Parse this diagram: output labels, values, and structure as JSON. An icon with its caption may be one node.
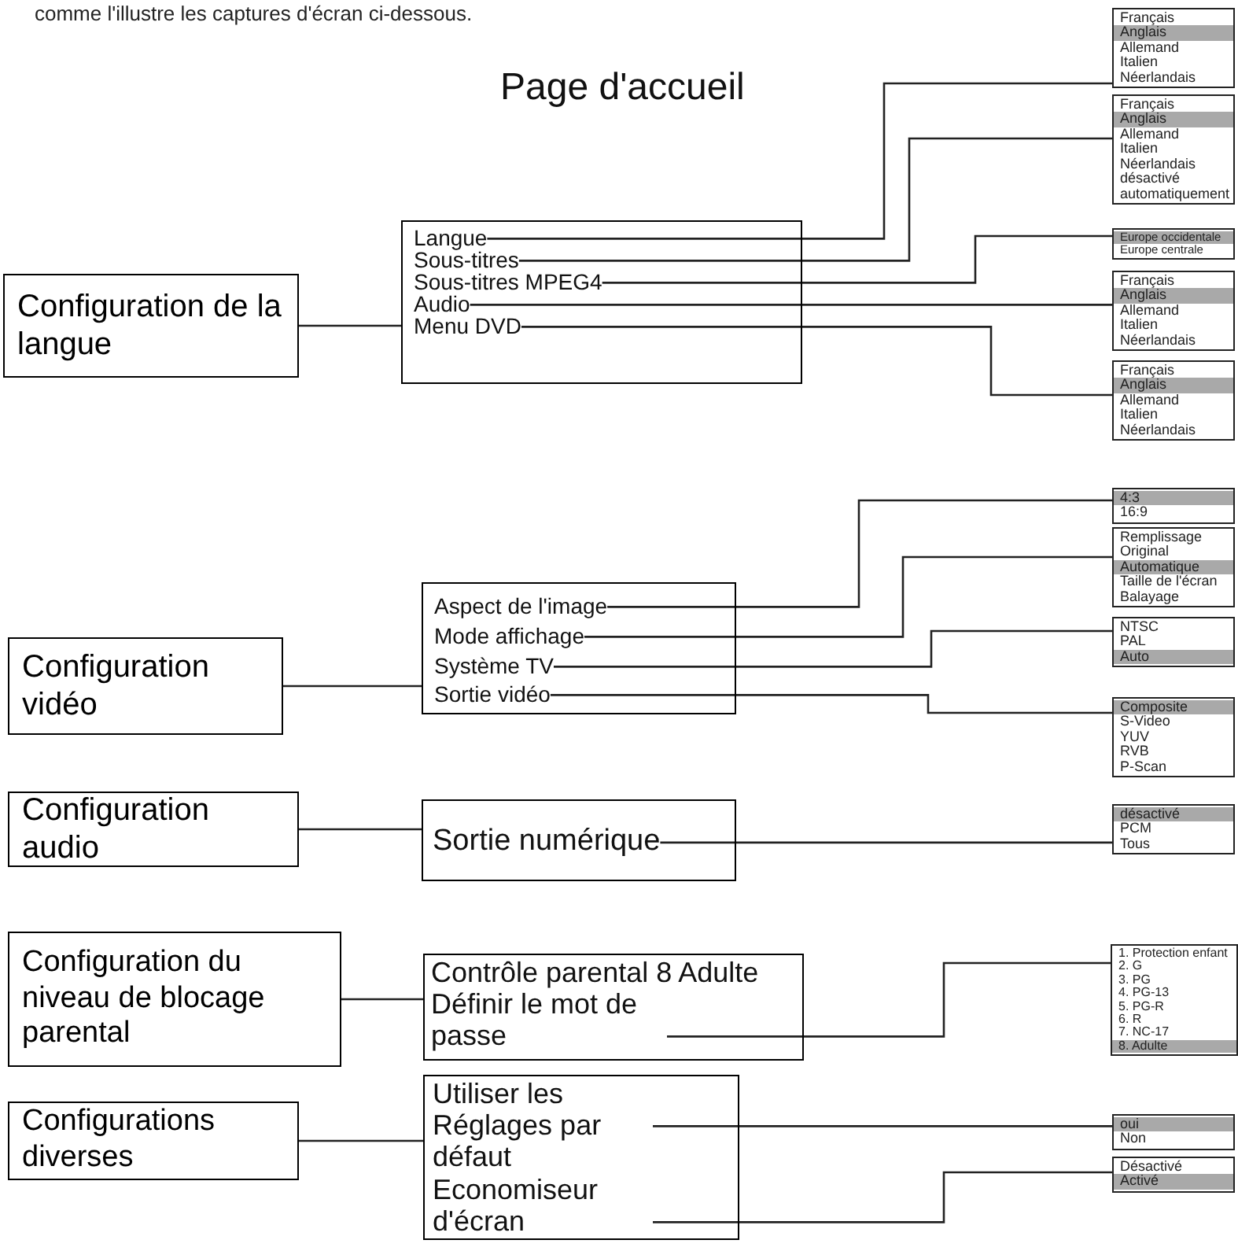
{
  "diagram": {
    "title": "Page d'accueil",
    "nodes": [
      {
        "text": [
          "Configuration de la langue"
        ]
      },
      {
        "text": [],
        "shape": "box"
      },
      {
        "text": [
          "Langue"
        ],
        "in": 1
      },
      {
        "text": [
          "Sous-titres"
        ],
        "in": 1
      },
      {
        "text": [
          "Sous-titres MPEG4"
        ],
        "in": 1
      },
      {
        "text": [
          "Audio"
        ],
        "in": 1
      },
      {
        "text": [
          "Menu DVD"
        ],
        "in": 1
      },
      {
        "text": [
          "Français",
          "Anglais",
          "Allemand",
          "Italien",
          "Néerlandais"
        ]
      },
      {
        "text": [
          "Français",
          "Anglais",
          "Allemand",
          "Italien",
          "Néerlandais",
          "désactivé automatiquement"
        ]
      },
      {
        "text": [
          "Europe occidentale",
          "Europe centrale"
        ]
      },
      {
        "text": [
          "Français",
          "Anglais",
          "Allemand",
          "Italien",
          "Néerlandais"
        ]
      },
      {
        "text": [
          "Français",
          "Anglais",
          "Allemand",
          "Italien",
          "Néerlandais"
        ]
      },
      {
        "text": [
          "Configuration vidéo"
        ]
      },
      {
        "text": [],
        "shape": "box"
      },
      {
        "text": [
          "Aspect de l'image"
        ],
        "in": 13
      },
      {
        "text": [
          "Mode affichage"
        ],
        "in": 13
      },
      {
        "text": [
          "Système TV"
        ],
        "in": 13
      },
      {
        "text": [
          "Sortie vidéo"
        ],
        "in": 13
      },
      {
        "text": [
          "4:3",
          "16:9"
        ]
      },
      {
        "text": [
          "Remplissage",
          "Original",
          "Automatique",
          "Taille de l'écran",
          "Balayage"
        ]
      },
      {
        "text": [
          "NTSC",
          "PAL",
          "Auto"
        ]
      },
      {
        "text": [
          "Composite",
          "S-Video",
          "YUV",
          "RVB",
          "P-Scan"
        ]
      },
      {
        "text": [
          "Configuration audio"
        ]
      },
      {
        "text": [],
        "shape": "box"
      },
      {
        "text": [
          "Sortie numérique"
        ],
        "in": 23
      },
      {
        "text": [
          "désactivé",
          "PCM",
          "Tous"
        ]
      },
      {
        "text": [
          "Configuration du niveau de blocage parental"
        ]
      },
      {
        "text": [],
        "shape": "box"
      },
      {
        "text": [
          "Contrôle parental 8 Adulte"
        ],
        "in": 27
      },
      {
        "text": [
          "Définir le mot de passe"
        ],
        "in": 27
      },
      {
        "text": [
          "1. Protection enfant",
          "2. G",
          "3. PG",
          "4. PG-13",
          "5. PG-R",
          "6. R",
          "7. NC-17",
          "8. Adulte"
        ]
      },
      {
        "text": [
          "Configurations diverses"
        ]
      },
      {
        "text": [],
        "shape": "box"
      },
      {
        "text": [
          "Utiliser les Réglages par défaut"
        ],
        "in": 32
      },
      {
        "text": [
          "Economiseur d'écran"
        ],
        "in": 32
      },
      {
        "text": [
          "oui",
          "Non"
        ]
      },
      {
        "text": [
          "Désactivé",
          "Activé"
        ]
      }
    ],
    "edges": [
      {
        "from": 0,
        "to": 1,
        "arrow": "none"
      },
      {
        "from": 2,
        "to": 7,
        "arrow": "none"
      },
      {
        "from": 3,
        "to": 8,
        "arrow": "none"
      },
      {
        "from": 4,
        "to": 9,
        "arrow": "none"
      },
      {
        "from": 5,
        "to": 10,
        "arrow": "none"
      },
      {
        "from": 6,
        "to": 11,
        "arrow": "none"
      },
      {
        "from": 12,
        "to": 13,
        "arrow": "none"
      },
      {
        "from": 14,
        "to": 18,
        "arrow": "none"
      },
      {
        "from": 15,
        "to": 19,
        "arrow": "none"
      },
      {
        "from": 16,
        "to": 20,
        "arrow": "none"
      },
      {
        "from": 17,
        "to": 21,
        "arrow": "none"
      },
      {
        "from": 22,
        "to": 23,
        "arrow": "none"
      },
      {
        "from": 24,
        "to": 25,
        "arrow": "none"
      },
      {
        "from": 26,
        "to": 27,
        "arrow": "none"
      },
      {
        "from": 29,
        "to": 30,
        "arrow": "none"
      },
      {
        "from": 31,
        "to": 32,
        "arrow": "none"
      },
      {
        "from": 33,
        "to": 35,
        "arrow": "none"
      },
      {
        "from": 34,
        "to": 36,
        "arrow": "none"
      }
    ],
    "labels": [
      "comme l'illustre les captures d'écran ci-dessous."
    ]
  }
}
